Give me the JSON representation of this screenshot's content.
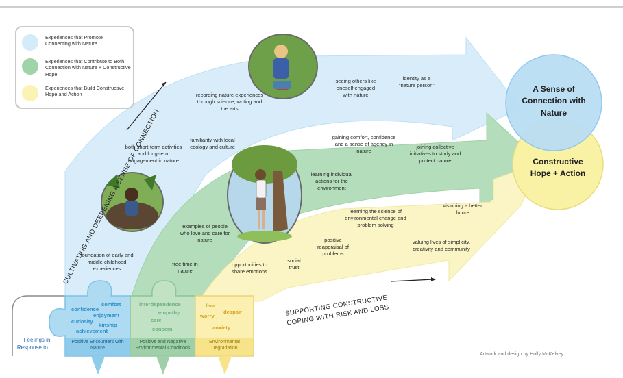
{
  "legend": {
    "items": [
      {
        "label": "Experiences that Promote Connecting with Nature",
        "color": "#cfe8f7"
      },
      {
        "label": "Experiences that Contribute to Both Connection with Nature + Constructive Hope",
        "color": "#9fd4a8"
      },
      {
        "label": "Experiences that Build Constructive Hope and Action",
        "color": "#fbf3b4"
      }
    ]
  },
  "outcomes": {
    "connection": "A Sense of Connection with Nature",
    "hope": "Constructive Hope + Action"
  },
  "axis_labels": {
    "connection": "CULTIVATING AND DEEPENING A SENSE OF CONNECTION",
    "coping": "SUPPORTING CONSTRUCTIVE COPING WITH RISK AND LOSS"
  },
  "blue_arrow_texts": {
    "foundation": "foundation of early and middle childhood experiences",
    "short_long": "both short-term activities and long-term engagement in nature",
    "familiarity": "familiarity with local ecology and culture",
    "recording": "recording nature experiences through science, writing and the arts",
    "seeing_others": "seeing others like oneself engaged with nature",
    "identity": "identity as a “nature person”"
  },
  "green_arrow_texts": {
    "free_time": "free time in nature",
    "examples": "examples of people who love and care for nature",
    "individual": "learning individual actions for the environment",
    "comfort": "gaining comfort, confidence and a sense of agency in nature",
    "collective": "joining collective initiatives to study and protect nature"
  },
  "yellow_arrow_texts": {
    "emotions": "opportunities to share emotions",
    "trust": "social trust",
    "reappraisal": "positive reappraisal of problems",
    "science": "learning the science of environmental change and problem solving",
    "simplicity": "valuing lives of simplicity, creativity and community",
    "visioning": "visioning a better future"
  },
  "feelings_label": "Feelings in Response to . . .",
  "puzzles": [
    {
      "label": "Positive Encounters with Nature",
      "color": "#8fcbea",
      "text_color": "#2b8ecb",
      "words": [
        "comfort",
        "confidence",
        "enjoyment",
        "curiosity",
        "kinship",
        "achievement"
      ]
    },
    {
      "label": "Positive and Negative Environmental Conditions",
      "color": "#9fd0a9",
      "text_color": "#6db27c",
      "words": [
        "interdependence",
        "empathy",
        "care",
        "concern"
      ]
    },
    {
      "label": "Environmental Degradation",
      "color": "#f7e38a",
      "text_color": "#d6a21a",
      "words": [
        "fear",
        "worry",
        "despair",
        "anxiety"
      ]
    }
  ],
  "credit": "Artwork and design by Holly McKelvey",
  "icons": {
    "photo_child": "child-planting-photo",
    "photo_woman": "woman-gardening-photo",
    "photo_girl": "girl-tree-photo"
  }
}
